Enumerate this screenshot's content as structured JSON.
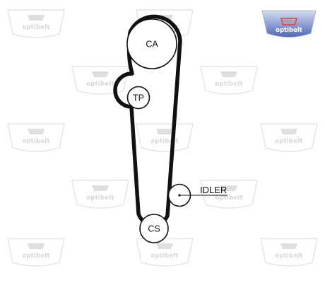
{
  "watermark": {
    "text": "optibelt"
  },
  "brand_logo": {
    "text": "optibelt",
    "colors": {
      "background_top": "#c8d4ec",
      "background_bottom": "#4a64b4",
      "emblem": "#e2462a"
    }
  },
  "diagram": {
    "pulleys": [
      {
        "id": "ca",
        "label": "CA"
      },
      {
        "id": "tp",
        "label": "TP"
      },
      {
        "id": "idler",
        "label": ""
      },
      {
        "id": "cs",
        "label": "CS"
      }
    ],
    "callouts": {
      "idler_label": "IDLER"
    },
    "colors": {
      "belt": "#111111",
      "pulley_fill": "#ffffff",
      "watermark": "#d7d7d7"
    }
  }
}
